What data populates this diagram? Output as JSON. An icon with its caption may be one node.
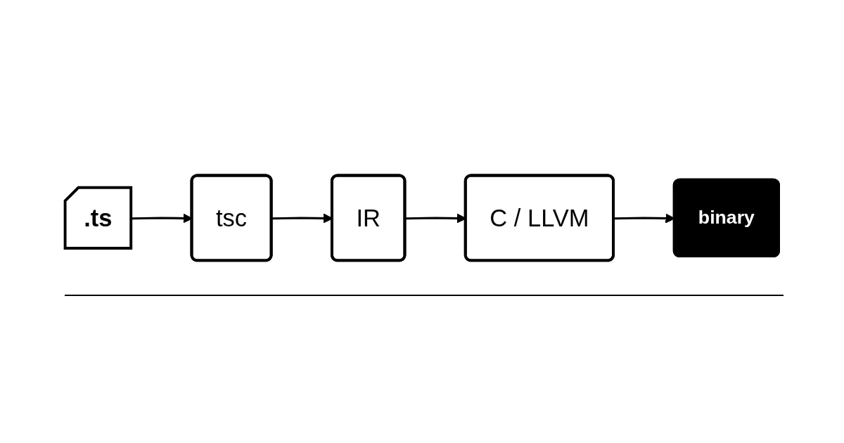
{
  "diagram": {
    "nodes": [
      {
        "text": [
          ".ts"
        ]
      },
      {
        "text": [
          "tsc"
        ]
      },
      {
        "text": [
          "IR"
        ]
      },
      {
        "text": [
          "C / LLVM"
        ]
      },
      {
        "text": [
          "binary"
        ]
      }
    ],
    "edges": [
      {
        "from": 0,
        "to": 1,
        "arrow": "to"
      },
      {
        "from": 1,
        "to": 2,
        "arrow": "to"
      },
      {
        "from": 2,
        "to": 3,
        "arrow": "to"
      },
      {
        "from": 3,
        "to": 4,
        "arrow": "to"
      }
    ]
  }
}
